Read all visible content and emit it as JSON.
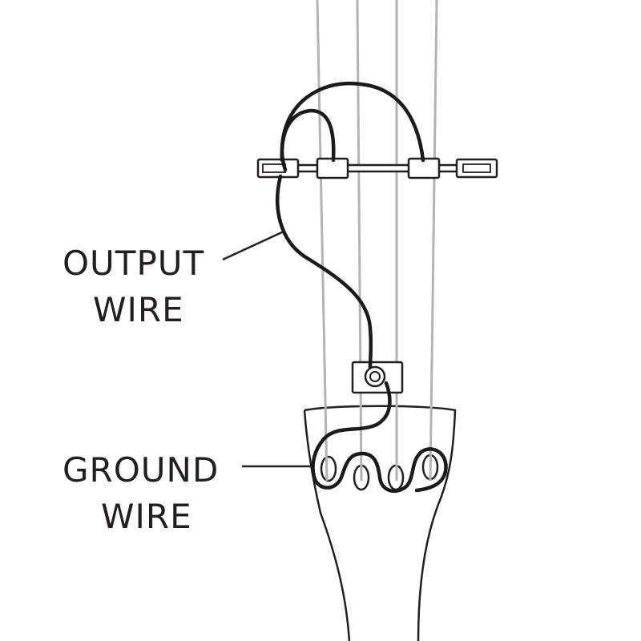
{
  "labels": {
    "output_wire": {
      "line1": "OUTPUT",
      "line2": "WIRE"
    },
    "ground_wire": {
      "line1": "GROUND",
      "line2": "WIRE"
    }
  },
  "colors": {
    "background": "#ffffff",
    "line": "#231f20",
    "string": "#b3b3b3",
    "wire": "#1a1a1a",
    "text": "#231f20"
  }
}
